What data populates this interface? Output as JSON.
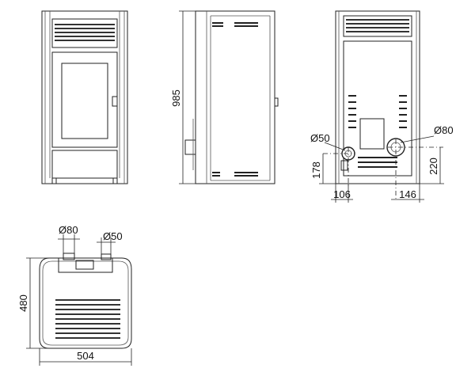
{
  "dimensions": {
    "height": "985",
    "flue_diameter": "Ø80",
    "air_inlet_diameter": "Ø50",
    "flue_height": "220",
    "air_inlet_height": "178",
    "air_inlet_offset": "106",
    "flue_offset": "146",
    "top_flue_diameter": "Ø80",
    "top_air_inlet_diameter": "Ø50",
    "depth": "480",
    "width": "504"
  }
}
